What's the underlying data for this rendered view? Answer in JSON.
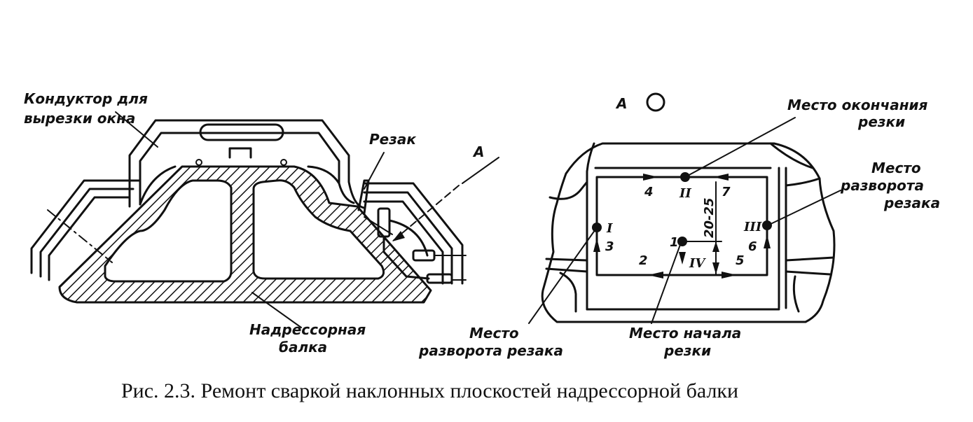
{
  "left_view": {
    "label_jig_line1": "Кондуктор для",
    "label_jig_line2": "вырезки окна",
    "label_cutter": "Резак",
    "label_view_arrow": "А",
    "label_beam_line1": "Надрессорная",
    "label_beam_line2": "балка"
  },
  "right_view": {
    "view_title": "А",
    "end_cut_line1": "Место окончания",
    "end_cut_line2": "резки",
    "turn_right_line1": "Место",
    "turn_right_line2": "разворота",
    "turn_right_line3": "резака",
    "turn_left_line1": "Место",
    "turn_left_line2": "разворота резака",
    "start_cut_line1": "Место начала",
    "start_cut_line2": "резки",
    "dimension": "20-25",
    "step_numbers": [
      "1",
      "2",
      "3",
      "4",
      "5",
      "6",
      "7"
    ],
    "points": [
      "I",
      "II",
      "III",
      "IV"
    ]
  },
  "caption": "Рис. 2.3. Ремонт сваркой наклонных плоскостей надрессорной балки"
}
